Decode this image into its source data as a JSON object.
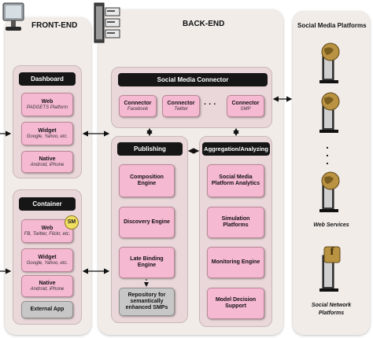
{
  "zones": {
    "front_end": "FRONT-END",
    "back_end": "BACK-END",
    "social_media_platforms": "Social Media Platforms"
  },
  "dashboard": {
    "title": "Dashboard",
    "items": [
      {
        "title": "Web",
        "sub": "PADGETS Platform"
      },
      {
        "title": "Widget",
        "sub": "Google, Yahoo, etc."
      },
      {
        "title": "Native",
        "sub": "Android, iPhone"
      }
    ]
  },
  "container": {
    "title": "Container",
    "badge": "SM",
    "items": [
      {
        "title": "Web",
        "sub": "FB, Twitter, Flickr, etc."
      },
      {
        "title": "Widget",
        "sub": "Google, Yahoo, etc."
      },
      {
        "title": "Native",
        "sub": "Android, iPhone"
      }
    ],
    "external": "External App"
  },
  "connector_panel": {
    "title": "Social Media Connector",
    "connectors": [
      {
        "title": "Connector",
        "sub": "Facebook"
      },
      {
        "title": "Connector",
        "sub": "Twitter"
      },
      {
        "title": "Connector",
        "sub": "SMP"
      }
    ],
    "ellipsis": ". . ."
  },
  "publishing": {
    "title": "Publishing",
    "engines": [
      {
        "line1": "Composition",
        "line2": "Engine"
      },
      {
        "line1": "Discovery Engine",
        "line2": ""
      },
      {
        "line1": "Late Binding",
        "line2": "Engine"
      }
    ],
    "repository": {
      "line1": "Repository for",
      "line2": "semantically",
      "line3": "enhanced SMPs"
    }
  },
  "aggregation": {
    "title": "Aggregation/Analyzing",
    "engines": [
      {
        "line1": "Social Media",
        "line2": "Platform Analytics"
      },
      {
        "line1": "Simulation",
        "line2": "Platforms"
      },
      {
        "line1": "Monitoring Engine",
        "line2": ""
      },
      {
        "line1": "Model Decision",
        "line2": "Support"
      }
    ]
  },
  "platforms": {
    "web_services": "Web Services",
    "social_network_line1": "Social Network",
    "social_network_line2": "Platforms",
    "fb_letter": "f",
    "vertical_dots": "."
  },
  "colors": {
    "engine_box": "#f6b9d2",
    "panel": "#ead7d9",
    "zone": "#f1ece8",
    "header_bar": "#161616"
  },
  "icons": [
    "monitor-icon",
    "server-icon",
    "globe-server-icon",
    "facebook-server-icon"
  ]
}
